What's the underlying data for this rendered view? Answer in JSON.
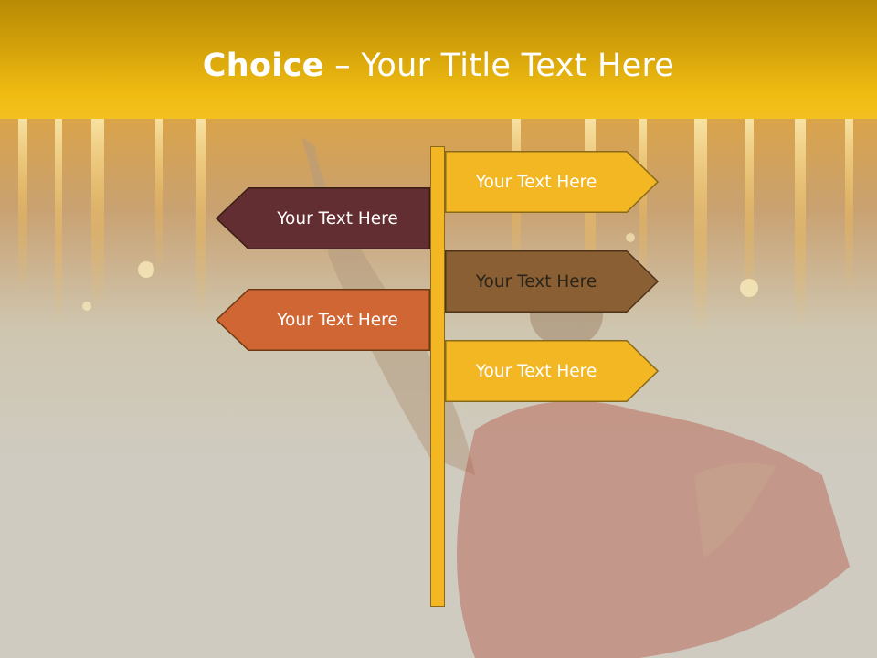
{
  "slide": {
    "title_bold": "Choice",
    "title_rest": " – Your Title Text Here"
  },
  "signs": {
    "right_1": {
      "label": "Your Text Here",
      "color": "#f2b722"
    },
    "right_2": {
      "label": "Your Text Here",
      "color": "#8b5f34"
    },
    "right_3": {
      "label": "Your Text Here",
      "color": "#f2b722"
    },
    "left_1": {
      "label": "Your Text Here",
      "color": "#632e31"
    },
    "left_2": {
      "label": "Your Text Here",
      "color": "#cf6634"
    }
  },
  "colors": {
    "title_band": "#e7b20e",
    "post": "#f2b722",
    "outline": "#6e4a16",
    "background": "#cfcbc0"
  },
  "background_image": "concert-singer-with-golden-lights"
}
